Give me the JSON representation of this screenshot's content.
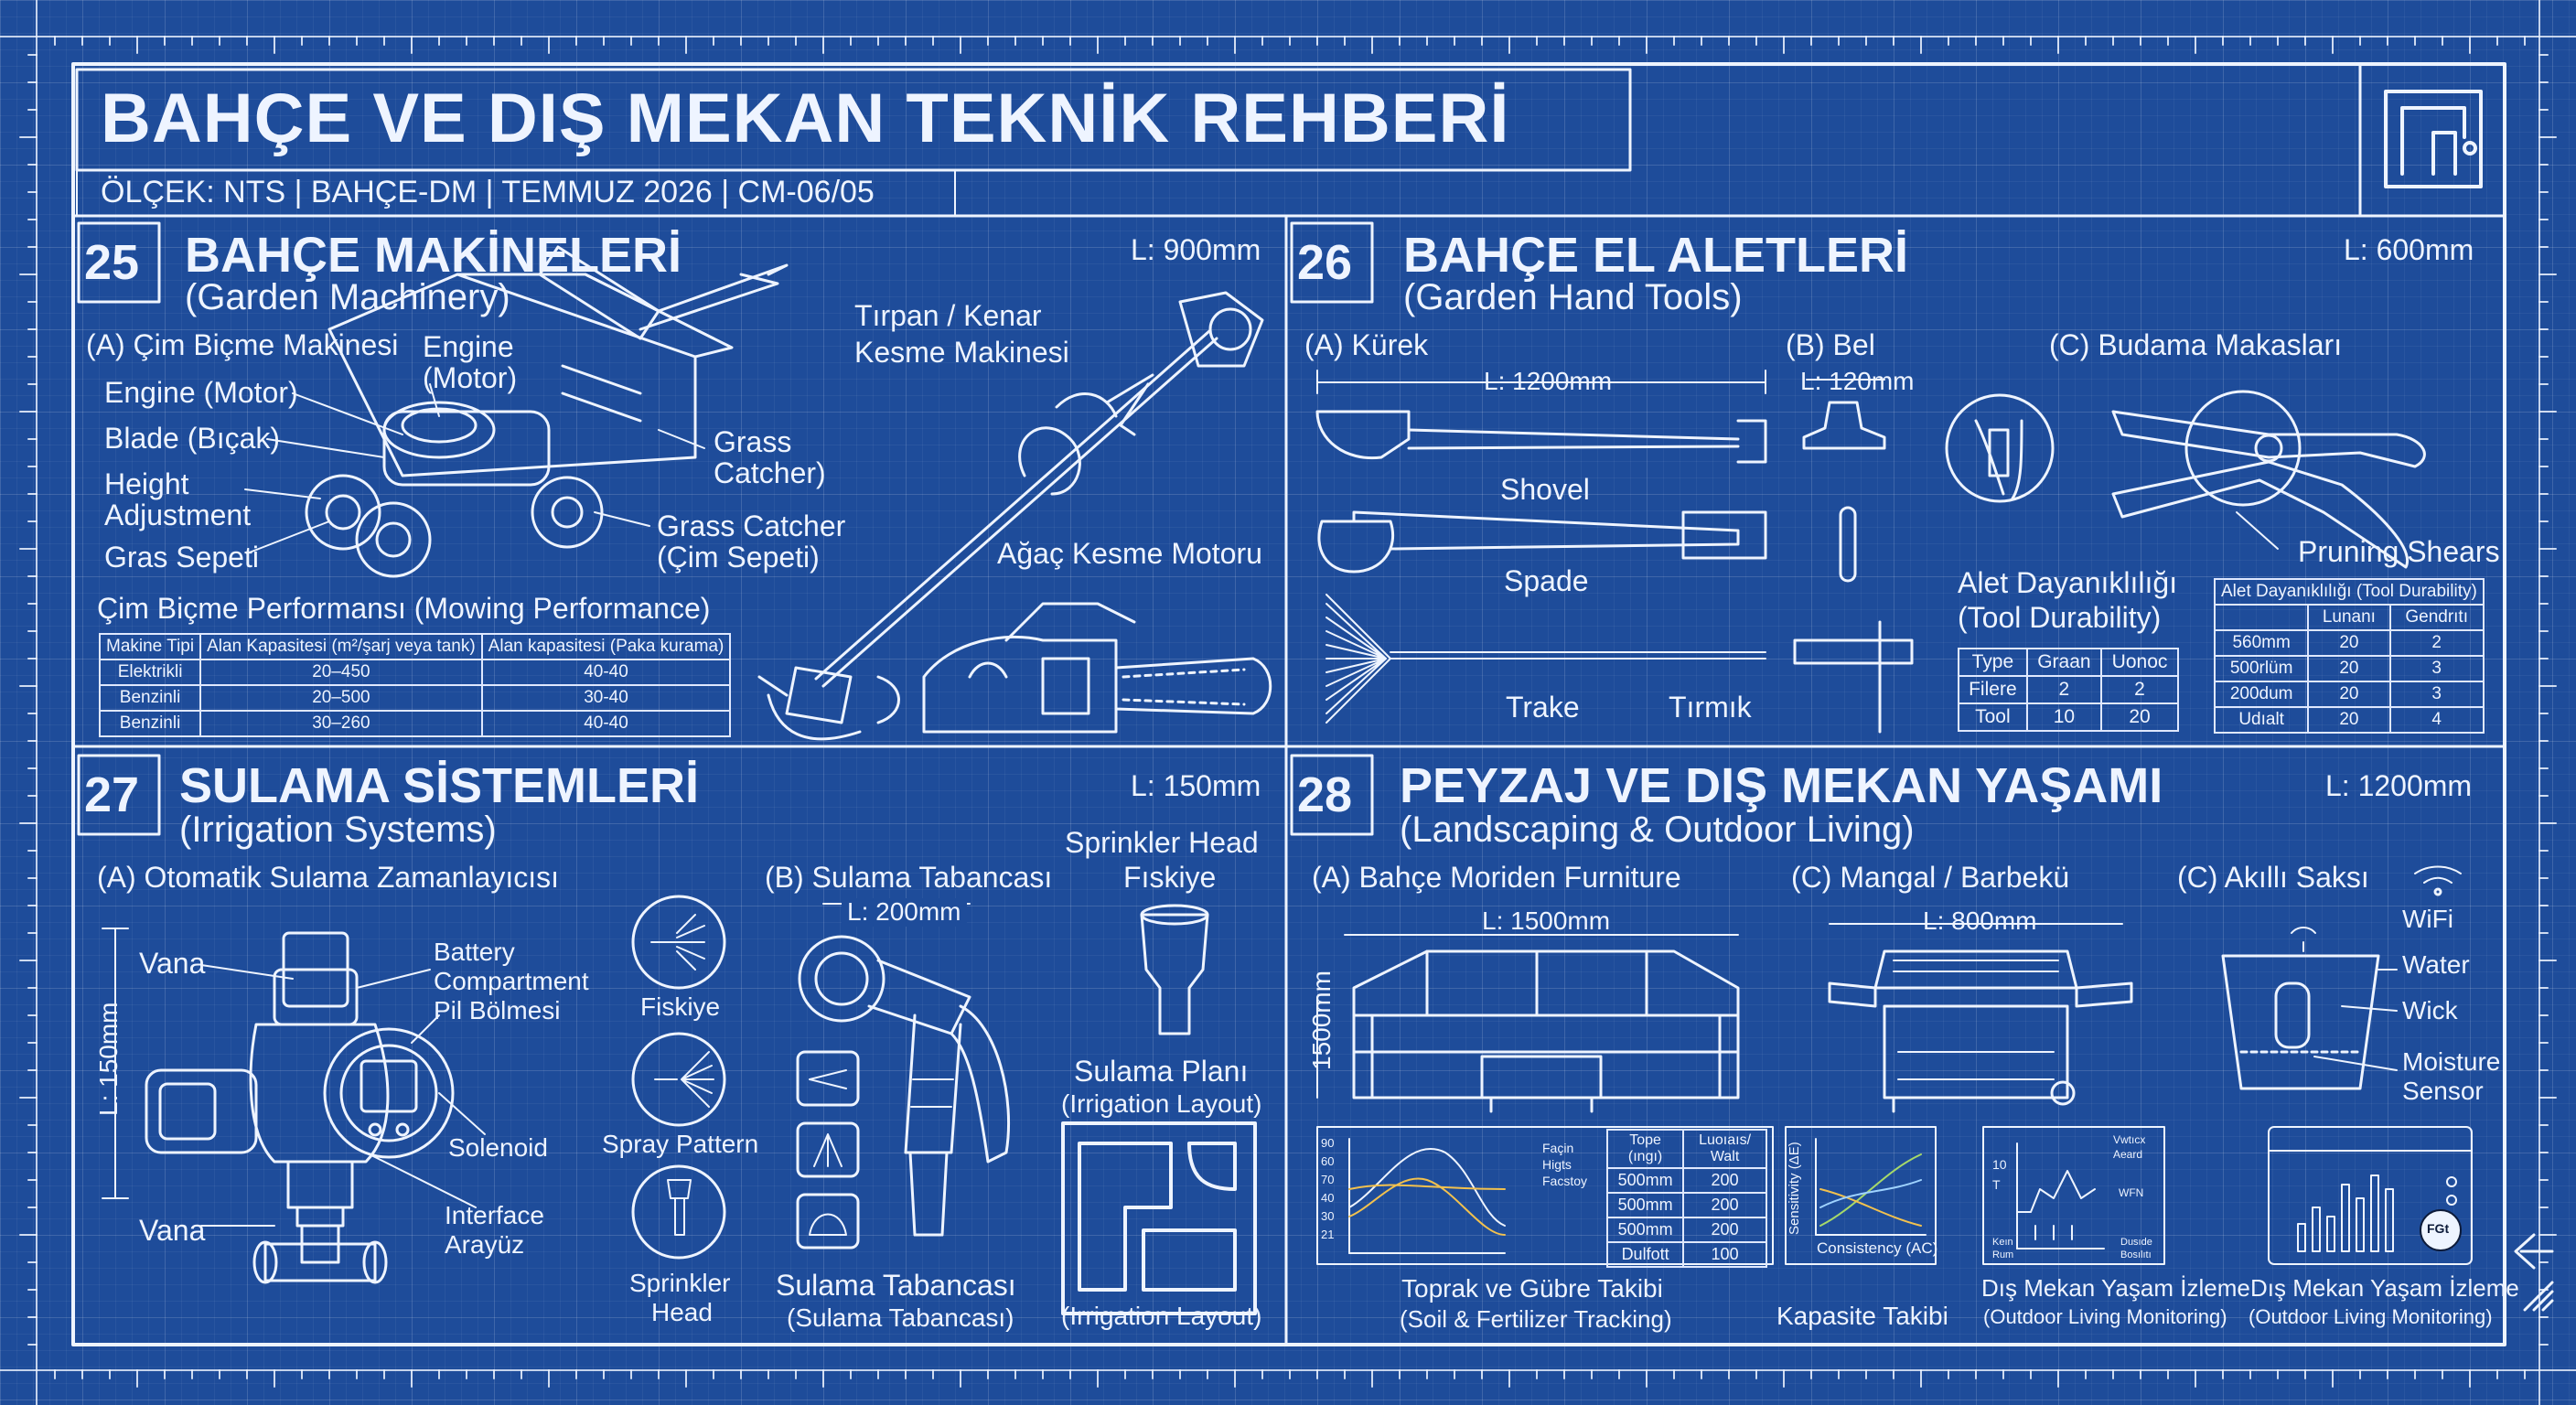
{
  "colors": {
    "background": "#1e4c9a",
    "line": "#eef4ff"
  },
  "header": {
    "title": "BAHÇE VE DIŞ MEKAN TEKNİK REHBERİ",
    "meta": "ÖLÇEK: NTS  |  BAHÇE-DM  |  TEMMUZ 2026  |  CM-06/05",
    "logo_icon": "architect-logo-icon"
  },
  "s25": {
    "num": "25",
    "title": "BAHÇE MAKİNELERİ",
    "subtitle": "(Garden Machinery)",
    "dim": "L: 900mm",
    "mower_heading": "(A) Çim Biçme Makinesi",
    "labels": {
      "engine_top": "Engine",
      "motor_top": "(Motor)",
      "engine": "Engine (Motor)",
      "blade": "Blade (Bıçak)",
      "height1": "Height",
      "height2": "Adjustment",
      "gras": "Gras Sepeti",
      "grass1": "Grass",
      "grass2": "Catcher)",
      "gc1": "Grass Catcher",
      "gc2": "(Çim Sepeti)",
      "trimmer1": "Tırpan / Kenar",
      "trimmer2": "Kesme Makinesi",
      "chainsaw": "Ağaç Kesme Motoru"
    },
    "perf_title": "Çim Biçme Performansı (Mowing Performance)",
    "table": {
      "headers": [
        "Makine Tipi",
        "Alan Kapasitesi (m²/şarj veya tank)",
        "Alan kapasitesi (Paka kurama)"
      ],
      "rows": [
        [
          "Elektrikli",
          "20–450",
          "40-40"
        ],
        [
          "Benzinli",
          "20–500",
          "30-40"
        ],
        [
          "Benzinli",
          "30–260",
          "40-40"
        ]
      ]
    }
  },
  "s26": {
    "num": "26",
    "title": "BAHÇE EL ALETLERİ",
    "subtitle": "(Garden Hand Tools)",
    "dim": "L: 600mm",
    "a": "(A) Kürek",
    "b": "(B) Bel",
    "c": "(C) Budama Makasları",
    "dim_a": "L: 1200mm",
    "dim_b": "L: 120mm",
    "shovel": "Shovel",
    "spade": "Spade",
    "trake": "Trake",
    "tirmik": "Tırmık",
    "pruning": "Pruning Shears",
    "dur1": "Alet Dayanıklılığı",
    "dur2": "(Tool Durability)",
    "table1": {
      "headers": [
        "Type",
        "Graan",
        "Uonoc"
      ],
      "rows": [
        [
          "Filere",
          "2",
          "2"
        ],
        [
          "Tool",
          "10",
          "20"
        ]
      ]
    },
    "table2": {
      "title": "Alet Dayanıklılığı (Tool Durability)",
      "headers": [
        "",
        "Lunanı",
        "Gendrıtı"
      ],
      "rows": [
        [
          "560mm",
          "20",
          "2"
        ],
        [
          "500rlüm",
          "20",
          "3"
        ],
        [
          "200dum",
          "20",
          "3"
        ],
        [
          "Udıalt",
          "20",
          "4"
        ]
      ]
    }
  },
  "s27": {
    "num": "27",
    "title": "SULAMA SİSTEMLERİ",
    "subtitle": "(Irrigation Systems)",
    "dim": "L: 150mm",
    "a": "(A) Otomatik Sulama Zamanlayıcısı",
    "vana1": "Vana",
    "vana2": "Vana",
    "dim_v": "L: 150mm",
    "bat1": "Battery",
    "bat2": "Compartment",
    "bat3": "Pil Bölmesi",
    "solenoid": "Solenoid",
    "if1": "Interface",
    "if2": "Arayüz",
    "fiskiye": "Fiskiye",
    "spray": "Spray Pattern",
    "sh1": "Sprinkler",
    "sh2": "Head",
    "b": "(B) Sulama Tabancası",
    "dim_b": "L: 200mm",
    "gun1": "Sulama Tabancası",
    "gun2": "(Sulama Tabancası)",
    "sph1": "Sprinkler Head",
    "sph2": "Fıskiye",
    "plan1": "Sulama Planı",
    "plan2": "(Irrigation Layout)",
    "plan3": "(Irrigation Layout)"
  },
  "s28": {
    "num": "28",
    "title": "PEYZAJ VE DIŞ MEKAN YAŞAMI",
    "subtitle": "(Landscaping & Outdoor Living)",
    "dim": "L: 1200mm",
    "a": "(A) Bahçe Moriden Furniture",
    "dim_a": "L: 1500mm",
    "dim_av": "1500mm",
    "c": "(C) Mangal / Barbekü",
    "dim_c": "L: 800mm",
    "d": "(C) Akıllı Saksı",
    "wifi": "WiFi",
    "water": "Water",
    "wick": "Wick",
    "moist1": "Moisture",
    "moist2": "Sensor",
    "chart1": {
      "yticks": [
        "90",
        "60",
        "70",
        "40",
        "30",
        "21"
      ],
      "legend": [
        "Façin",
        "Higts",
        "Facstoy"
      ],
      "t1": "Toprak ve Gübre Takibi",
      "t2": "(Soil & Fertilizer Tracking)"
    },
    "table": {
      "headers": [
        "Tope (ıngı)",
        "Luoıaıs/ Walt"
      ],
      "rows": [
        [
          "500mm",
          "200"
        ],
        [
          "500mm",
          "200"
        ],
        [
          "500mm",
          "200"
        ],
        [
          "Dulfott",
          "100"
        ]
      ]
    },
    "chart2": {
      "ylabel": "Sensitivity (ΔE)",
      "xlabel": "Consistency (AC)",
      "title": "Kapasite Takibi"
    },
    "chart3": {
      "labels": [
        "Vwtıcx",
        "Aeard",
        "WFN",
        "Keın",
        "Rum",
        "Dusıde",
        "Bosılıtı"
      ],
      "yticks": [
        "10",
        "T"
      ],
      "t1": "Dış Mekan Yaşam İzleme",
      "t2": "(Outdoor Living Monitoring)"
    },
    "chart4": {
      "badge": "FGt",
      "t1": "Dış Mekan Yaşam İzleme",
      "t2": "(Outdoor Living Monitoring)"
    }
  }
}
